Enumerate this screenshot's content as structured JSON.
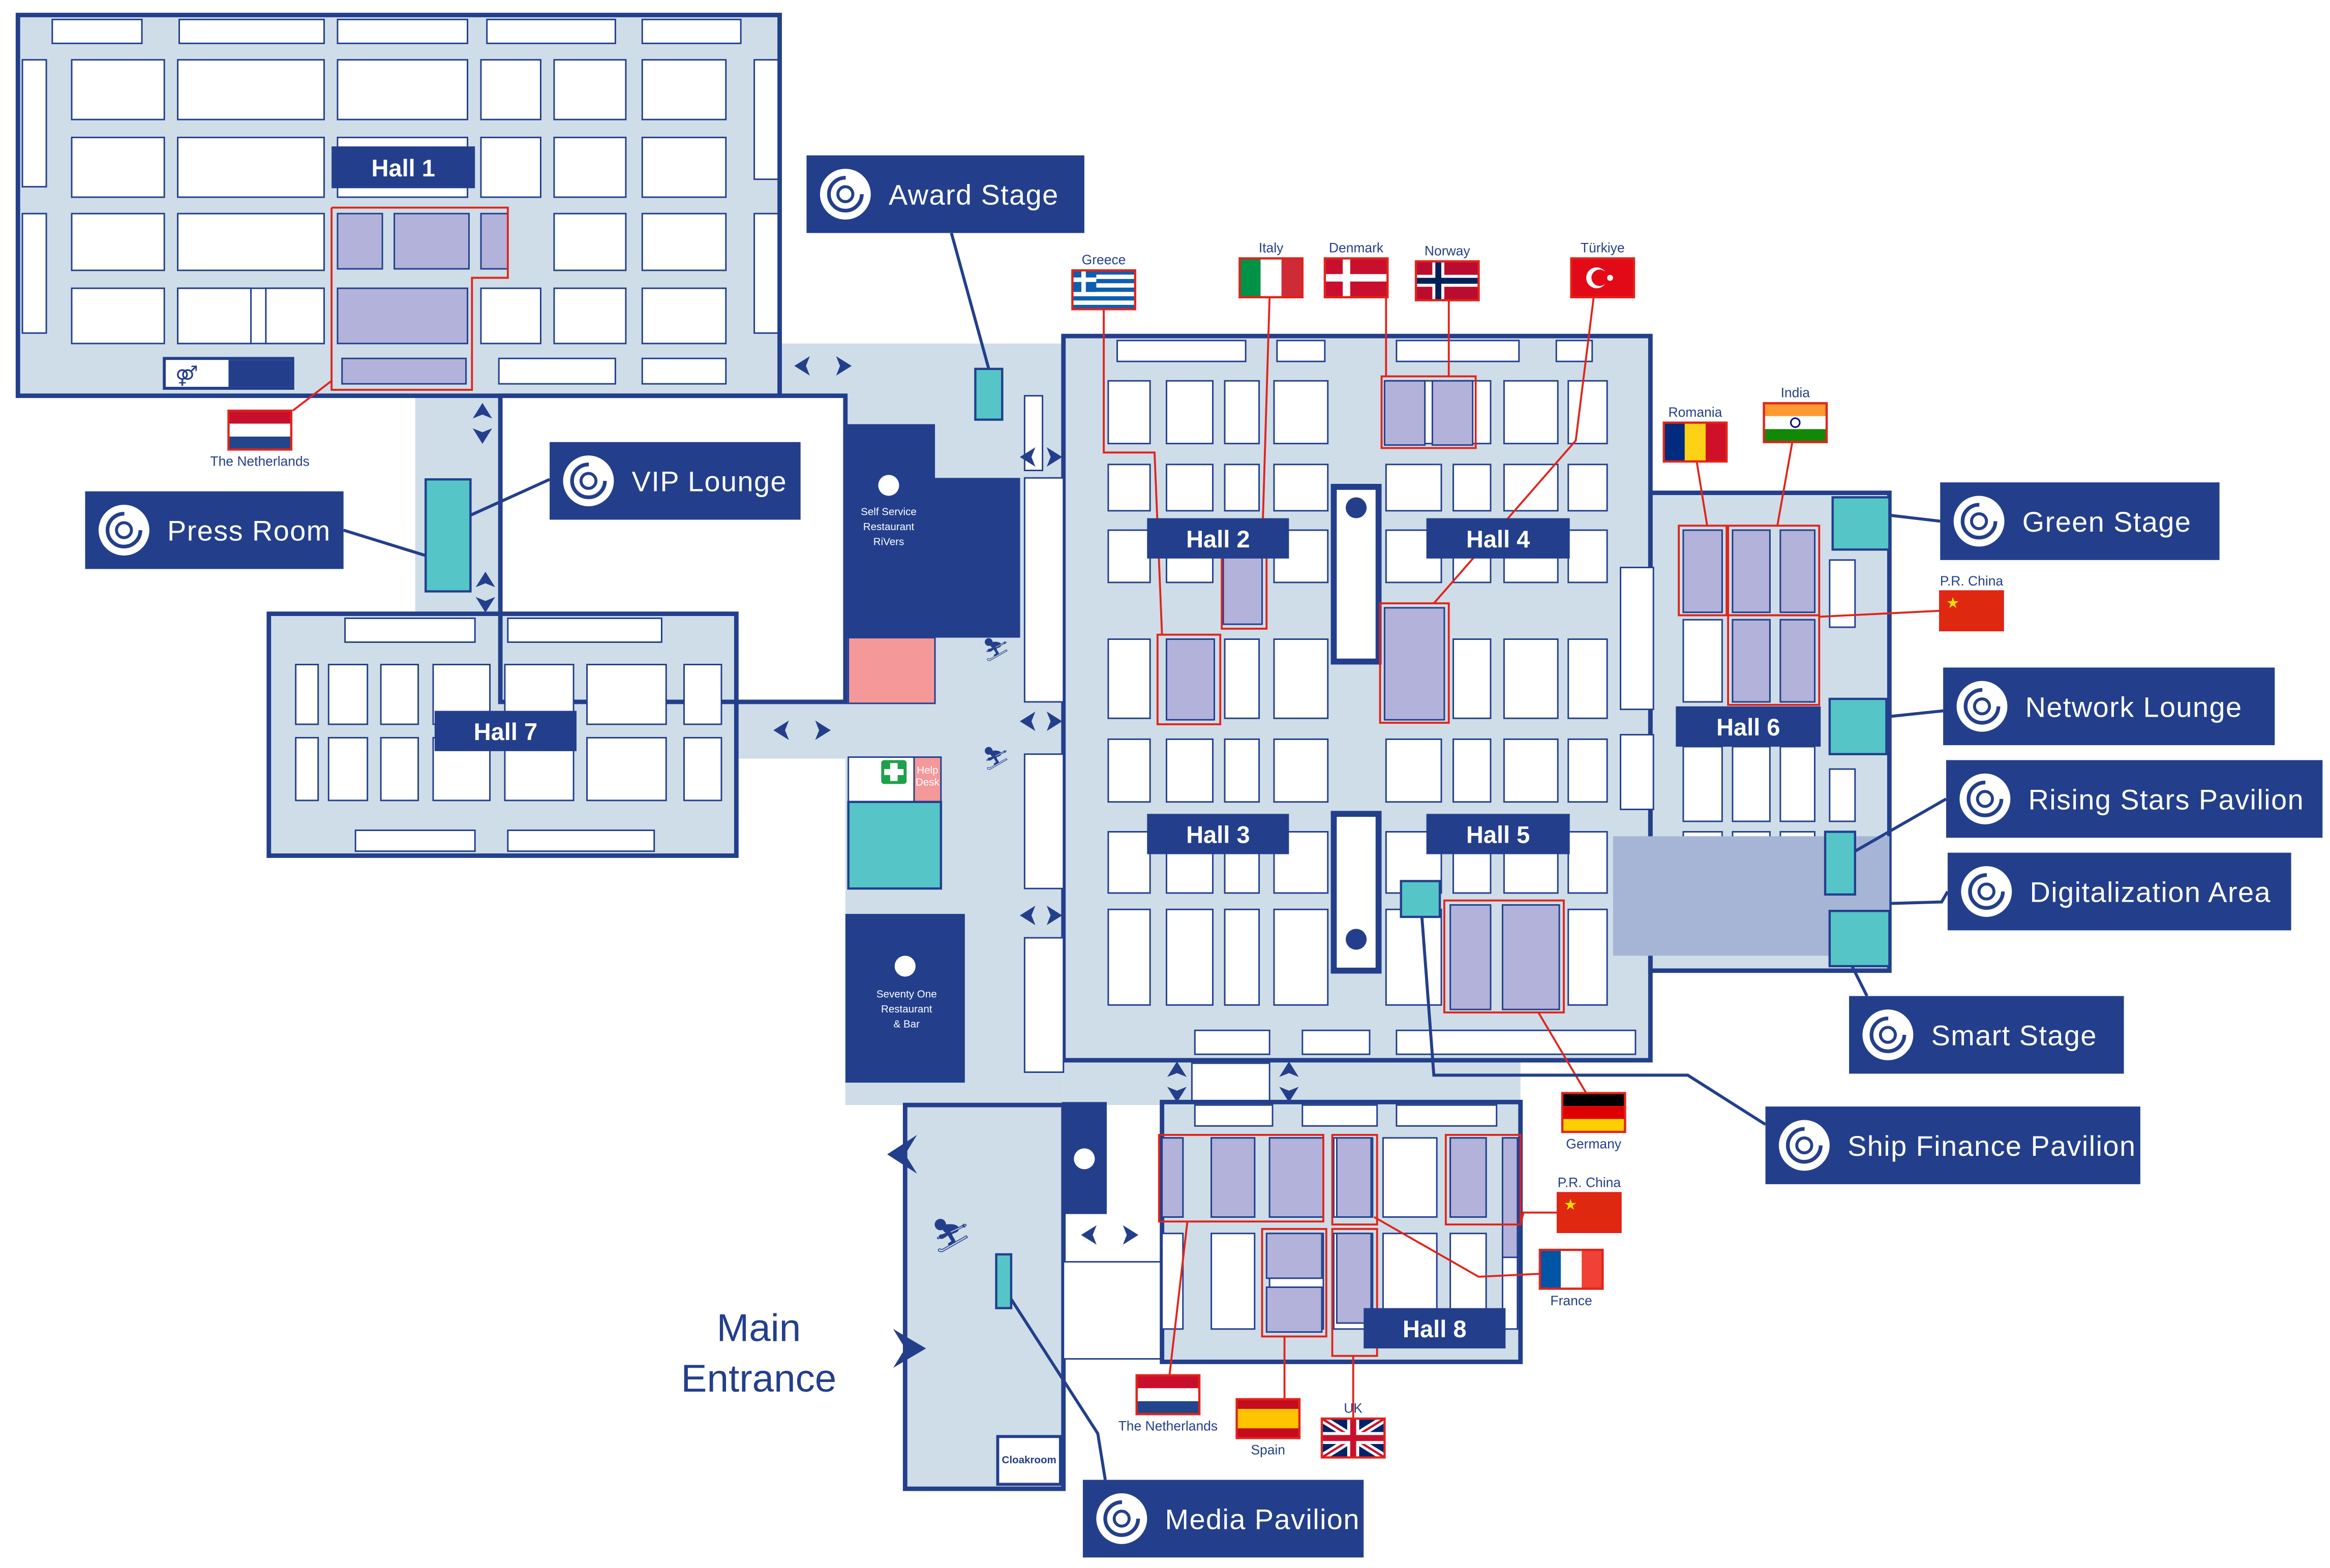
{
  "map": {
    "halls": [
      "Hall 1",
      "Hall 2",
      "Hall 3",
      "Hall 4",
      "Hall 5",
      "Hall 6",
      "Hall 7",
      "Hall 8"
    ],
    "callouts": [
      "Award Stage",
      "VIP Lounge",
      "Press Room",
      "Green Stage",
      "Network Lounge",
      "Rising Stars Pavilion",
      "Digitalization Area",
      "Smart Stage",
      "Ship Finance Pavilion",
      "Media Pavilion"
    ],
    "flags": [
      {
        "label": "Greece",
        "flag": "gr"
      },
      {
        "label": "Italy",
        "flag": "it"
      },
      {
        "label": "Denmark",
        "flag": "dk"
      },
      {
        "label": "Norway",
        "flag": "no"
      },
      {
        "label": "Türkiye",
        "flag": "tr"
      },
      {
        "label": "Romania",
        "flag": "ro"
      },
      {
        "label": "India",
        "flag": "in"
      },
      {
        "label": "P.R. China",
        "flag": "cn"
      },
      {
        "label": "The Netherlands",
        "flag": "nl"
      },
      {
        "label": "Germany",
        "flag": "de"
      },
      {
        "label": "P.R. China",
        "flag": "cn"
      },
      {
        "label": "France",
        "flag": "fr"
      },
      {
        "label": "The Netherlands",
        "flag": "nl"
      },
      {
        "label": "Spain",
        "flag": "es"
      },
      {
        "label": "UK",
        "flag": "uk"
      }
    ],
    "facilities": {
      "self_service": [
        "Self Service",
        "Restaurant",
        "RiVers"
      ],
      "seventy_one": [
        "Seventy One",
        "Restaurant",
        "& Bar"
      ],
      "help_desk": [
        "Help",
        "Desk"
      ],
      "cloakroom": "Cloakroom"
    },
    "main_entrance": [
      "Main",
      "Entrance"
    ]
  },
  "colors": {
    "navy": "#233f8c",
    "floor": "#cedde8",
    "booth_highlight": "#b2b2da",
    "stage": "#55c5c8",
    "country_line": "#e2231a",
    "facility_pink": "#f4989a",
    "first_aid": "#1fa04a"
  }
}
